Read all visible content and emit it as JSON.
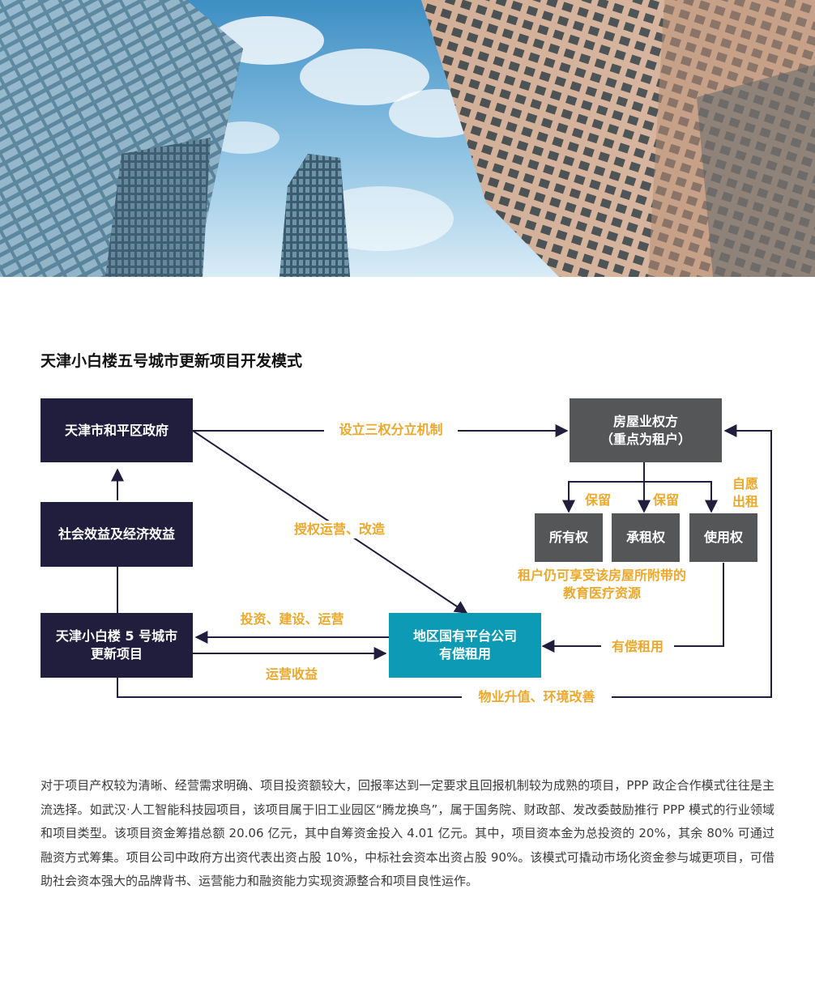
{
  "hero": {
    "image_name": "skyscrapers-looking-up-photo"
  },
  "colors": {
    "navy": "#211d3d",
    "gray": "#545658",
    "teal": "#0d9ab5",
    "orange": "#eda82b",
    "line": "#211d3d"
  },
  "diagram": {
    "title": "天津小白楼五号城市更新项目开发模式",
    "nodes": {
      "government": "天津市和平区政府",
      "benefit": "社会效益及经济效益",
      "project": "天津小白楼 5 号城市\n更新项目",
      "owner": "房屋业权方\n（重点为租户）",
      "ownership": "所有权",
      "lease": "承租权",
      "usage": "使用权",
      "platform": "地区国有平台公司\n有偿租用"
    },
    "edge_labels": {
      "three_rights": "设立三权分立机制",
      "authorize": "授权运营、改造",
      "retain_1": "保留",
      "retain_2": "保留",
      "voluntary": "自愿\n出租",
      "tenant_note": "租户仍可享受该房屋所附带的\n教育医疗资源",
      "invest": "投资、建设、运营",
      "revenue": "运营收益",
      "paid_lease": "有偿租用",
      "appreciation": "物业升值、环境改善"
    }
  },
  "body_text": "对于项目产权较为清晰、经营需求明确、项目投资额较大，回报率达到一定要求且回报机制较为成熟的项目，PPP 政企合作模式往往是主流选择。如武汉·人工智能科技园项目，该项目属于旧工业园区“腾龙换鸟”，属于国务院、财政部、发改委鼓励推行 PPP 模式的行业领域和项目类型。该项目资金筹措总额 20.06 亿元，其中自筹资金投入 4.01 亿元。其中，项目资本金为总投资的 20%，其余 80% 可通过融资方式筹集。项目公司中政府方出资代表出资占股 10%，中标社会资本出资占股 90%。该模式可撬动市场化资金参与城更项目，可借助社会资本强大的品牌背书、运营能力和融资能力实现资源整合和项目良性运作。"
}
